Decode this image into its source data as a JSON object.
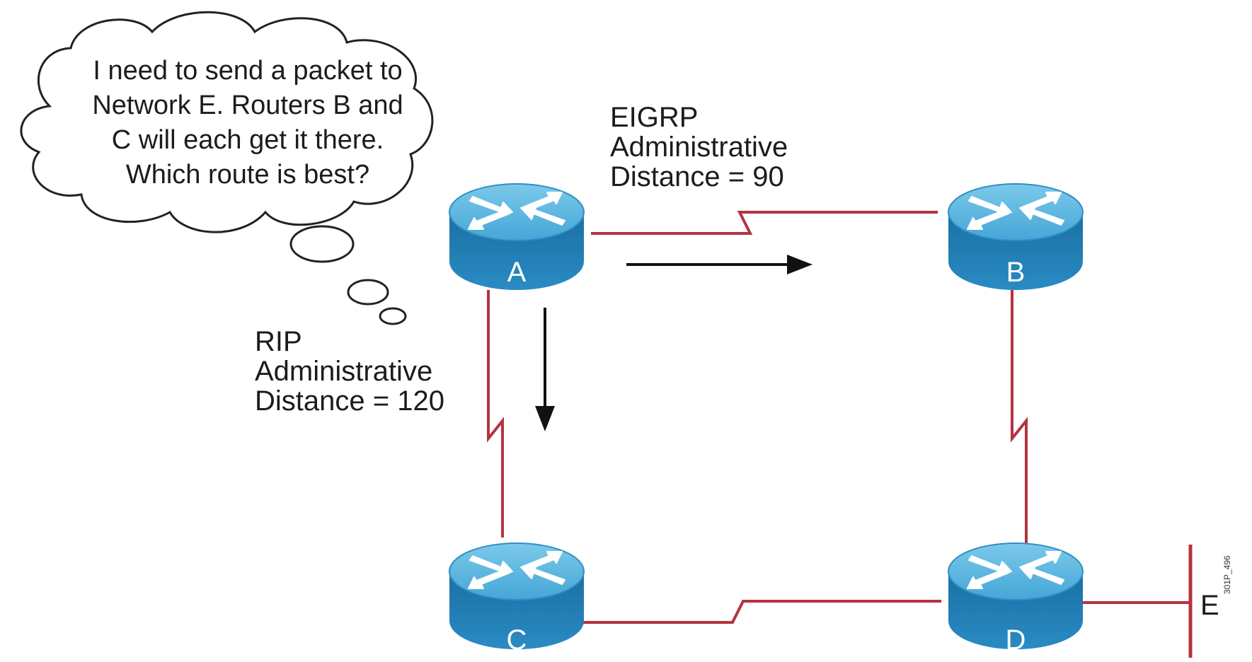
{
  "thought_bubble": {
    "lines": [
      "I need to send a packet to",
      "Network E. Routers B and",
      "C will each get it there.",
      "Which route is best?"
    ]
  },
  "labels": {
    "eigrp": [
      "EIGRP",
      "Administrative",
      "Distance = 90"
    ],
    "rip": [
      "RIP",
      "Administrative",
      "Distance = 120"
    ]
  },
  "routers": [
    {
      "id": "router-a",
      "label": "A"
    },
    {
      "id": "router-b",
      "label": "B"
    },
    {
      "id": "router-c",
      "label": "C"
    },
    {
      "id": "router-d",
      "label": "D"
    }
  ],
  "network": {
    "label": "E"
  },
  "figure_id": "301P_496",
  "colors": {
    "link": "#b3343f",
    "router_top": "#5ab4dc",
    "router_side": "#1f7fb5",
    "router_edge": "#156ea3",
    "arrow": "#111111"
  },
  "icons": {
    "router": "router-icon",
    "arrow_right": "arrow-right-icon",
    "arrow_down": "arrow-down-icon"
  }
}
